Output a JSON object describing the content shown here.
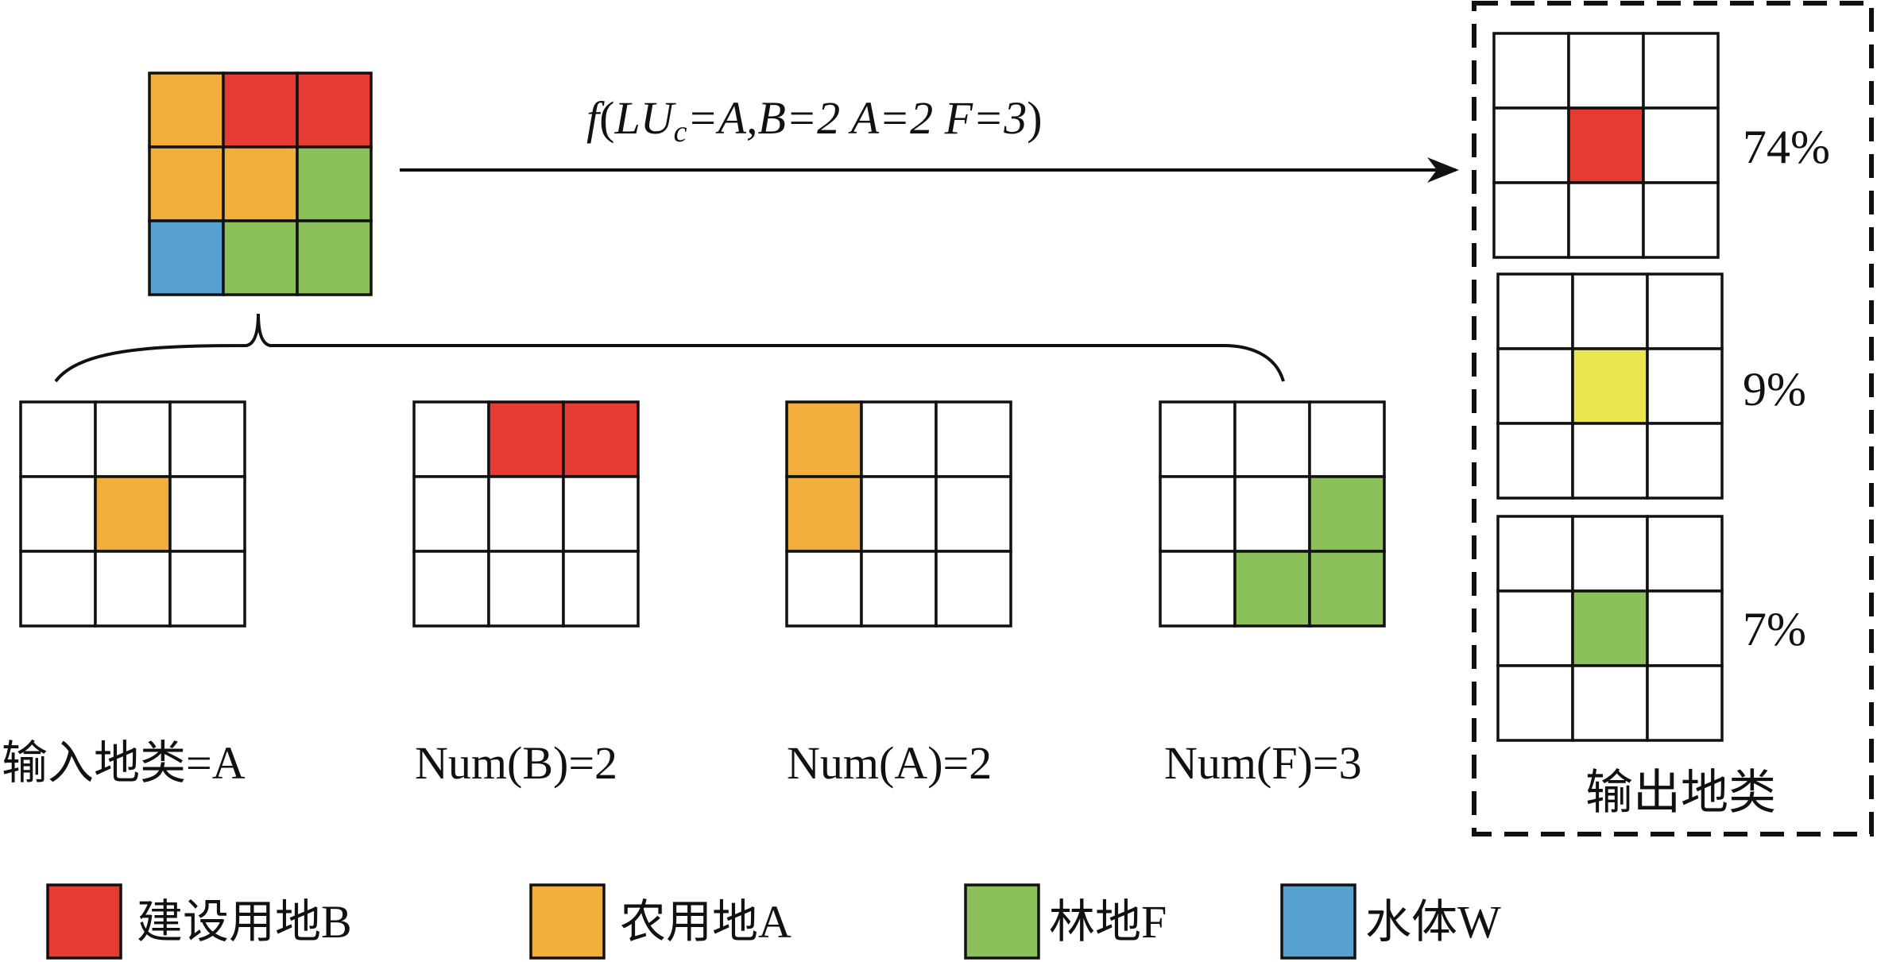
{
  "palette": {
    "B": "#e63b33",
    "A": "#f2ae3c",
    "F": "#8bc05a",
    "W": "#56a0cf",
    "Y": "#ebe552",
    "empty": "#ffffff"
  },
  "input_grid": [
    "A",
    "B",
    "B",
    "A",
    "A",
    "F",
    "W",
    "F",
    "F"
  ],
  "arrow": {
    "f": "f",
    "open": "(",
    "lu": "LU",
    "sub": "c",
    "rest": "=A,B=2 A=2 F=3",
    "close": ")"
  },
  "neighborhoods": [
    {
      "label": "输入地类=A",
      "cells": [
        "",
        "",
        "",
        "",
        "A",
        "",
        "",
        "",
        ""
      ]
    },
    {
      "label": "Num(B)=2",
      "cells": [
        "",
        "B",
        "B",
        "",
        "",
        "",
        "",
        "",
        ""
      ]
    },
    {
      "label": "Num(A)=2",
      "cells": [
        "A",
        "",
        "",
        "A",
        "",
        "",
        "",
        "",
        ""
      ]
    },
    {
      "label": "Num(F)=3",
      "cells": [
        "",
        "",
        "",
        "",
        "",
        "F",
        "",
        "F",
        "F"
      ]
    }
  ],
  "outputs": [
    {
      "cells": [
        "",
        "",
        "",
        "",
        "B",
        "",
        "",
        "",
        ""
      ],
      "percent": "74%",
      "share": 0.74
    },
    {
      "cells": [
        "",
        "",
        "",
        "",
        "Y",
        "",
        "",
        "",
        ""
      ],
      "percent": "9%",
      "share": 0.09
    },
    {
      "cells": [
        "",
        "",
        "",
        "",
        "F",
        "",
        "",
        "",
        ""
      ],
      "percent": "7%",
      "share": 0.07
    }
  ],
  "output_title": "输出地类",
  "legend": [
    {
      "key": "B",
      "label": "建设用地B"
    },
    {
      "key": "A",
      "label": "农用地A"
    },
    {
      "key": "F",
      "label": "林地F"
    },
    {
      "key": "W",
      "label": "水体W"
    }
  ]
}
